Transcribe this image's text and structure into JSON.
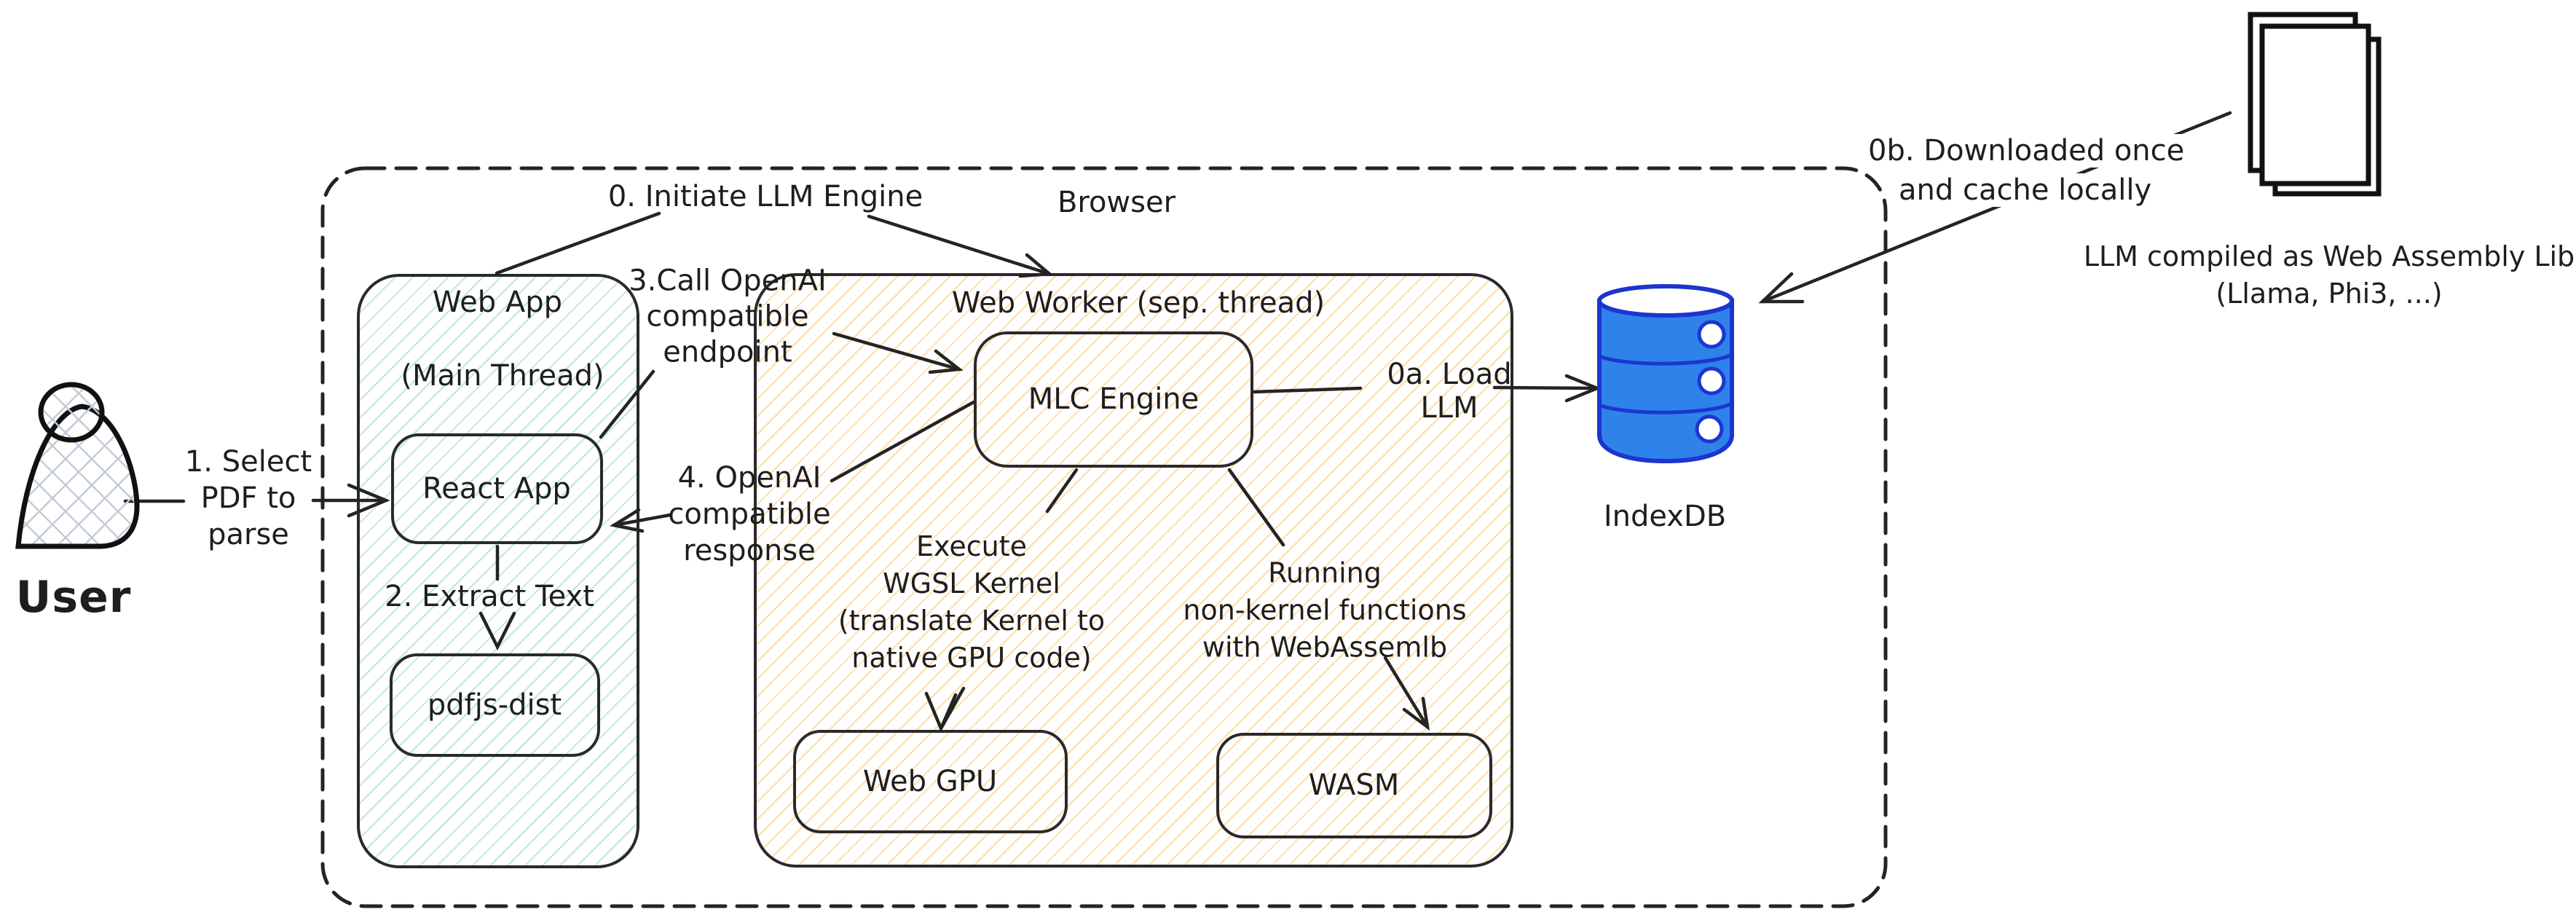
{
  "colors": {
    "ink": "#1e1e1e",
    "stroke": "#2a2a2a",
    "db_fill": "#2e82ea",
    "db_stroke": "#1d35cf",
    "hatch_green": "#54c77e",
    "hatch_yellow": "#f6bf42",
    "crosshatch": "#c2ccd8"
  },
  "browser": {
    "label": "Browser"
  },
  "user": {
    "label": "User"
  },
  "nodes": {
    "web_app": {
      "title": "Web App",
      "subtitle": "(Main Thread)"
    },
    "react_app": {
      "label": "React App"
    },
    "pdfjs": {
      "label": "pdfjs-dist"
    },
    "web_worker": {
      "title": "Web Worker (sep. thread)"
    },
    "mlc": {
      "label": "MLC Engine"
    },
    "web_gpu": {
      "label": "Web GPU"
    },
    "wasm": {
      "label": "WASM"
    },
    "indexdb": {
      "label": "IndexDB"
    },
    "llm_lib": {
      "lines": [
        "LLM compiled as Web Assembly Lib",
        "(Llama, Phi3, ...)"
      ]
    }
  },
  "steps": {
    "s0": {
      "label": "0. Initiate LLM Engine"
    },
    "s0a": {
      "lines": [
        "0a. Load",
        "LLM"
      ]
    },
    "s0b": {
      "lines": [
        "0b. Downloaded once",
        "and cache locally"
      ]
    },
    "s1": {
      "lines": [
        "1. Select",
        "PDF to",
        "parse"
      ]
    },
    "s2": {
      "label": "2. Extract Text"
    },
    "s3": {
      "lines": [
        "3.Call OpenAI",
        "compatible",
        "endpoint"
      ]
    },
    "s4": {
      "lines": [
        "4. OpenAI",
        "compatible",
        "response"
      ]
    },
    "execute": {
      "lines": [
        "Execute",
        "WGSL Kernel",
        "(translate Kernel to",
        "native GPU code)"
      ]
    },
    "running": {
      "lines": [
        "Running",
        "non-kernel functions",
        "with WebAssemlb"
      ]
    }
  }
}
